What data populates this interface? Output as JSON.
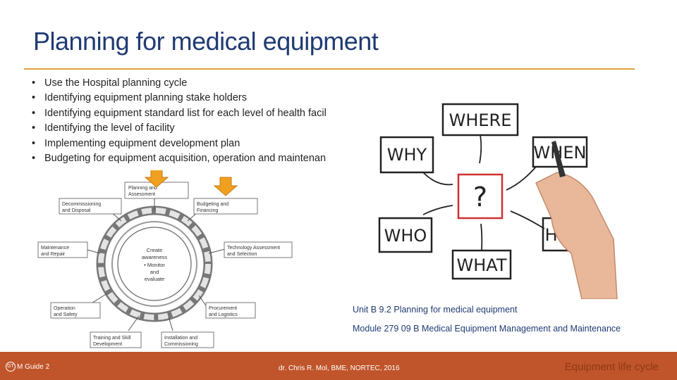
{
  "slide": {
    "title": "Planning for medical equipment",
    "bullets": [
      "Use the Hospital planning cycle",
      "Identifying equipment planning stake holders",
      "Identifying equipment standard list for each level of health facil",
      "Identifying the level of facility",
      "Implementing equipment development plan",
      "Budgeting for equipment acquisition, operation and maintenan"
    ],
    "bullet_symbol": "•"
  },
  "cycle_diagram": {
    "boxes": {
      "planning": [
        "Planning and",
        "Assessment"
      ],
      "budgeting": [
        "Budgeting and",
        "Financing"
      ],
      "decommissioning": [
        "Decommissioning",
        "and Disposal"
      ],
      "technology": [
        "Technology Assessment",
        "and Selection"
      ],
      "maintenance": [
        "Maintenance",
        "and Repair"
      ],
      "operation": [
        "Operation",
        "and Safety"
      ],
      "procurement": [
        "Procurement",
        "and Logistics"
      ],
      "training": [
        "Training and Skill",
        "Development"
      ],
      "installation": [
        "Installation and",
        "Commissioning"
      ]
    },
    "center": [
      "Create",
      "awareness",
      "• Monitor",
      "and",
      "evaluate"
    ],
    "arrow_color": "#f0a020"
  },
  "question_diagram": {
    "words": {
      "where": "WHERE",
      "why": "WHY",
      "when": "WHEN",
      "question": "?",
      "who": "WHO",
      "how": "HOW",
      "what": "WHAT"
    }
  },
  "caption": {
    "line1": "Unit B 9.2 Planning for medical equipment",
    "line2": "Module 279 09 B  Medical Equipment Management and Maintenance"
  },
  "footer": {
    "logo_text": "GT",
    "left": "M Guide 2",
    "center": "dr. Chris R. Mol, BME, NORTEC, 2016",
    "right": "Equipment life cycle"
  },
  "colors": {
    "title": "#1f3b73",
    "rule": "#e0a33a",
    "footer_bg": "#c0542a",
    "caption": "#1f3b73"
  }
}
